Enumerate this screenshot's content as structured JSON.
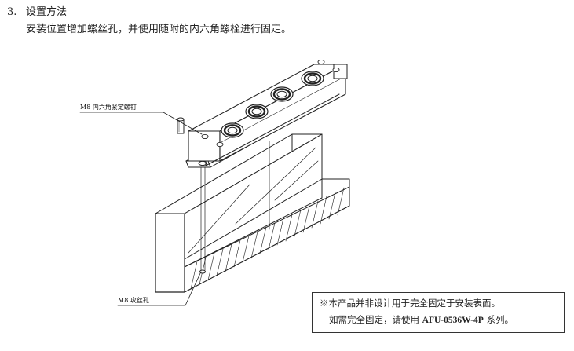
{
  "heading": {
    "number": "3.",
    "title": "设置方法"
  },
  "instruction": "安装位置增加螺丝孔，并使用随附的内六角螺栓进行固定。",
  "callouts": {
    "screw": "M8 内六角紧定螺钉",
    "tap_hole": "M8 攻丝孔"
  },
  "notice": {
    "line1": "※本产品并非设计用于完全固定于安装表面。",
    "line2_prefix": "如需完全固定，请使用 ",
    "line2_model": "AFU-0536W-4P",
    "line2_suffix": " 系列。"
  },
  "colors": {
    "line": "#222222",
    "paper": "#ffffff"
  }
}
